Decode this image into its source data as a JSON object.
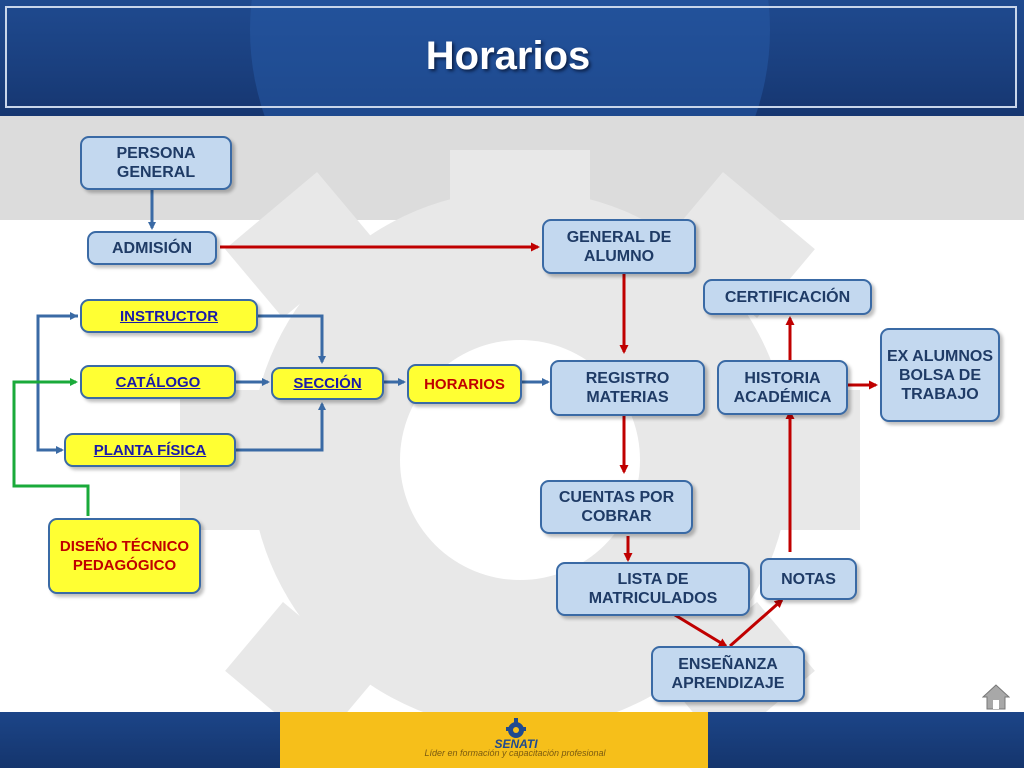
{
  "title": "Horarios",
  "boxes": {
    "persona_general": "PERSONA GENERAL",
    "admision": "ADMISIÓN",
    "general_alumno": "GENERAL DE ALUMNO",
    "certificacion": "CERTIFICACIÓN",
    "instructor": "INSTRUCTOR",
    "catalogo": "CATÁLOGO",
    "seccion": "SECCIÓN",
    "horarios": "HORARIOS",
    "registro_materias": "REGISTRO MATERIAS",
    "historia_academica": "HISTORIA ACADÉMICA",
    "ex_alumnos": "EX ALUMNOS BOLSA DE TRABAJO",
    "planta_fisica": "PLANTA FÍSICA",
    "cuentas_cobrar": "CUENTAS POR COBRAR",
    "diseno_tecnico": "DISEÑO TÉCNICO PEDAGÓGICO",
    "lista_matriculados": "LISTA DE MATRICULADOS",
    "notas": "NOTAS",
    "ensenanza": "ENSEÑANZA APRENDIZAJE"
  },
  "footer": {
    "logo_text": "SENATI",
    "slogan": "Líder en formación y capacitación profesional"
  },
  "colors": {
    "header_blue": "#1f4a8f",
    "box_fill": "#c3d8ef",
    "box_border": "#3a6aa5",
    "yellow": "#ffff33",
    "arrow_blue": "#3a6aa5",
    "arrow_red": "#c00000",
    "arrow_green": "#1aaa3a",
    "footer_gold": "#f6bf1a"
  },
  "icons": {
    "home": "home-icon",
    "logo": "senati-gear-logo"
  }
}
